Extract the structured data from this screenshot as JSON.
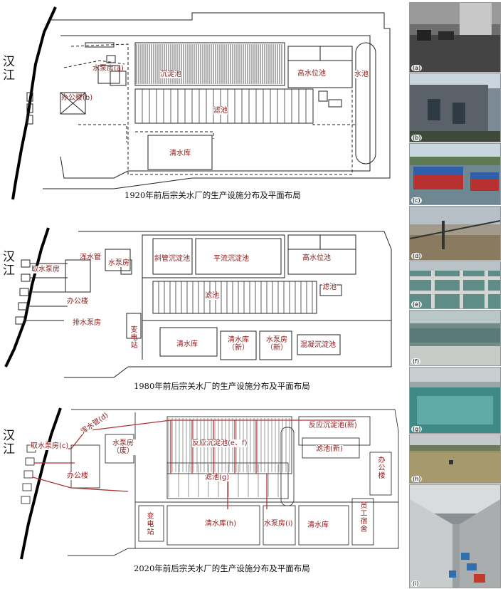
{
  "river_label": [
    "汉",
    "江"
  ],
  "panels": [
    {
      "caption": "1920年前后宗关水厂的生产设施分布及平面布局",
      "labels": {
        "pump_house": "水泵房(a)",
        "office": "办公楼(b)",
        "sedimentation": "沉淀池",
        "high_tank": "高水位池",
        "water_tank": "水池",
        "filter": "滤池",
        "clear_water": "清水库"
      }
    },
    {
      "caption": "1980年前后宗关水厂的生产设施分布及平面布局",
      "labels": {
        "intake_pump": "取水泵房",
        "drain_pipe": "浑水管",
        "pump_house": "水泵房",
        "office": "办公楼",
        "drain_pump": "排水泵房",
        "substation": "变电站",
        "inclined_tube": "斜管沉淀池",
        "horizontal_flow": "平流沉淀池",
        "high_tank": "高水位池",
        "filter": "滤池",
        "small_filter": "滤池",
        "clear_water": "清水库",
        "clear_water_new": "清水库（新）",
        "pump_house_new": "水泵房（新）",
        "coagulation": "混凝沉淀池"
      }
    },
    {
      "caption": "2020年前后宗关水厂的生产设施分布及平面布局",
      "labels": {
        "intake_pump": "取水泵房(c)",
        "drain_pipe": "浑水管(d)",
        "pump_house_old": "水泵房（废）",
        "office": "办公楼",
        "reaction_sed": "反应沉淀池(e、f)",
        "reaction_sed_new": "反应沉淀池(新)",
        "filter_g": "滤池(g)",
        "filter_new": "滤池(新)",
        "substation": "变电站",
        "clear_water_h": "清水库(h)",
        "pump_house_i": "水泵房(i)",
        "clear_water": "清水库",
        "staff_dorm": "员工宿舍",
        "office_right": "办公楼"
      }
    }
  ],
  "photos": [
    {
      "label": "(a)"
    },
    {
      "label": "(b)"
    },
    {
      "label": "(c)"
    },
    {
      "label": "(d)"
    },
    {
      "label": "(e)"
    },
    {
      "label": "(f)"
    },
    {
      "label": "(g)"
    },
    {
      "label": "(h)"
    },
    {
      "label": "(i)"
    }
  ],
  "colors": {
    "label_red": "#8b1a1a",
    "pipe_red": "#b03030",
    "line": "#222222"
  }
}
